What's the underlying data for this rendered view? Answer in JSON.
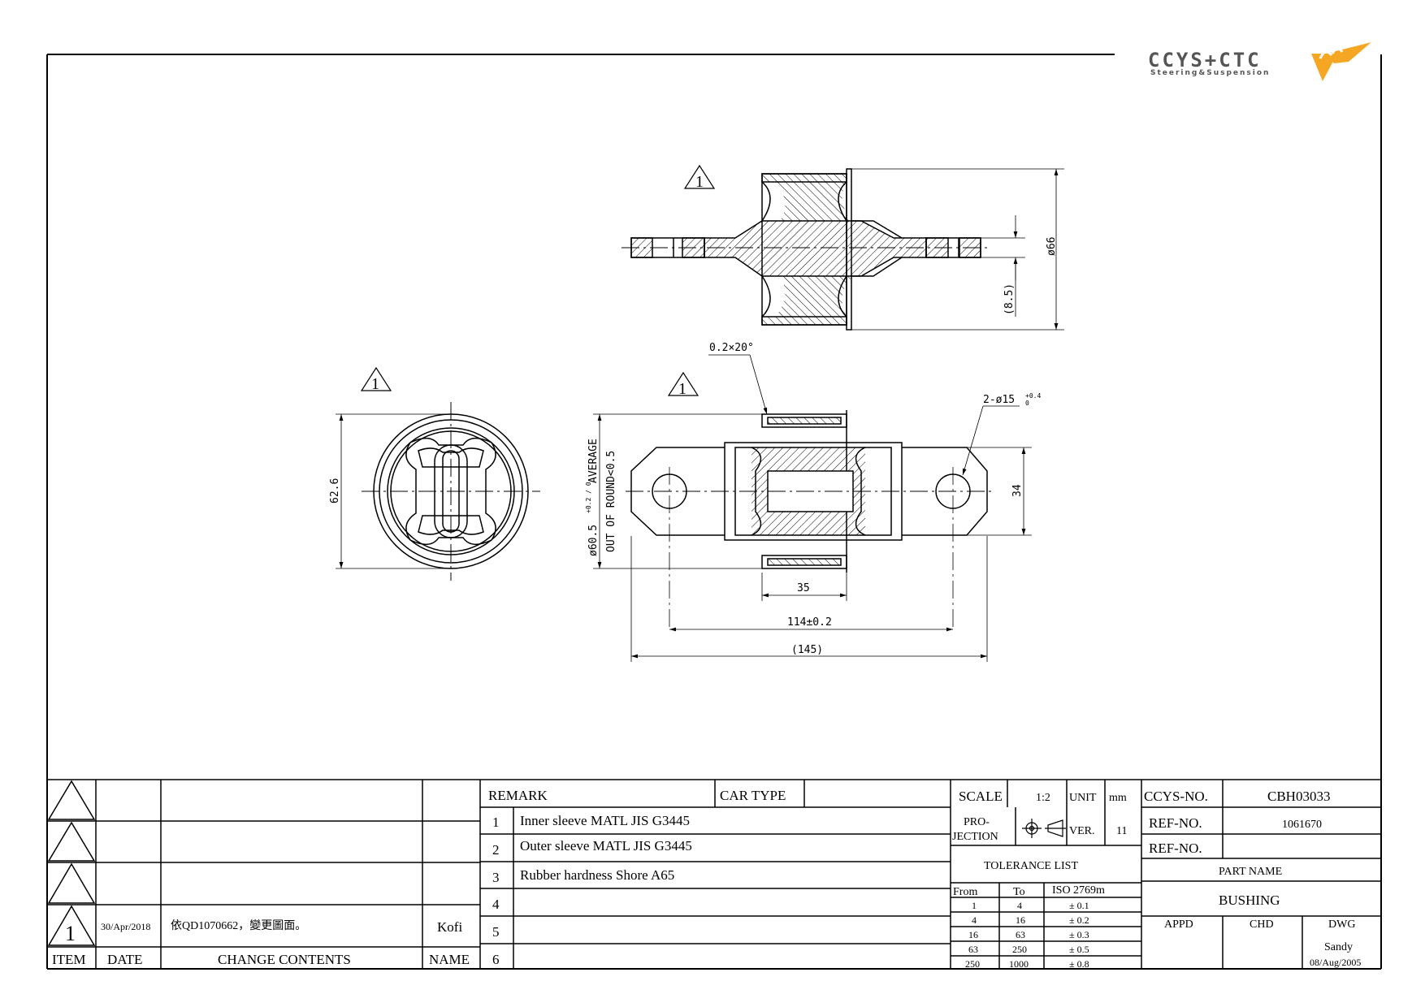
{
  "logo": {
    "brand": "CCYS+CTC",
    "tagline": "Steering&Suspension",
    "accent": "#f5a623",
    "mark_color": "#555555"
  },
  "drawing": {
    "warning_mark": "1",
    "dims": {
      "d66": "ø66",
      "d85": "(8.5)",
      "chamfer": "0.2×20°",
      "holes": "2-ø15",
      "holes_tol": "+0.4\n0",
      "d626": "62.6",
      "d605": "ø60.5",
      "d605_tol": "+0.2\n0",
      "average": "AVERAGE",
      "oor": "OUT OF ROUND<0.5",
      "d34": "34",
      "d35": "35",
      "d114": "114±0.2",
      "d145": "(145)"
    }
  },
  "revisions": {
    "headers": {
      "item": "ITEM",
      "date": "DATE",
      "contents": "CHANGE CONTENTS",
      "name": "NAME"
    },
    "rows": [
      {
        "item": "1",
        "date": "30/Apr/2018",
        "contents": "依QD1070662，變更圖面。",
        "name": "Kofi"
      }
    ]
  },
  "remarks": {
    "label": "REMARK",
    "car_type_label": "CAR TYPE",
    "items": [
      {
        "no": "1",
        "text": "Inner sleeve MATL JIS G3445"
      },
      {
        "no": "2",
        "text": "Outer sleeve MATL JIS G3445"
      },
      {
        "no": "3",
        "text": "Rubber hardness Shore A65"
      },
      {
        "no": "4",
        "text": ""
      },
      {
        "no": "5",
        "text": ""
      },
      {
        "no": "6",
        "text": ""
      }
    ]
  },
  "spec": {
    "scale_label": "SCALE",
    "scale": "1:2",
    "unit_label": "UNIT",
    "unit": "mm",
    "projection_label_1": "PRO-",
    "projection_label_2": "JECTION",
    "ver_label": "VER.",
    "ver": "11",
    "tolerance_title": "TOLERANCE LIST",
    "tol_headers": {
      "from": "From",
      "to": "To",
      "std": "ISO 2769m"
    },
    "tol_rows": [
      {
        "from": "1",
        "to": "4",
        "tol": "± 0.1"
      },
      {
        "from": "4",
        "to": "16",
        "tol": "± 0.2"
      },
      {
        "from": "16",
        "to": "63",
        "tol": "± 0.3"
      },
      {
        "from": "63",
        "to": "250",
        "tol": "± 0.5"
      },
      {
        "from": "250",
        "to": "1000",
        "tol": "± 0.8"
      }
    ]
  },
  "part": {
    "ccys_label": "CCYS-NO.",
    "ccys_no": "CBH03033",
    "ref_label": "REF-NO.",
    "ref_no": "1061670",
    "ref_label_2": "REF-NO.",
    "ref_no_2": "",
    "part_name_label": "PART NAME",
    "part_name": "BUSHING",
    "appd_label": "APPD",
    "chd_label": "CHD",
    "dwg_label": "DWG",
    "dwg_name": "Sandy",
    "dwg_date": "08/Aug/2005"
  }
}
